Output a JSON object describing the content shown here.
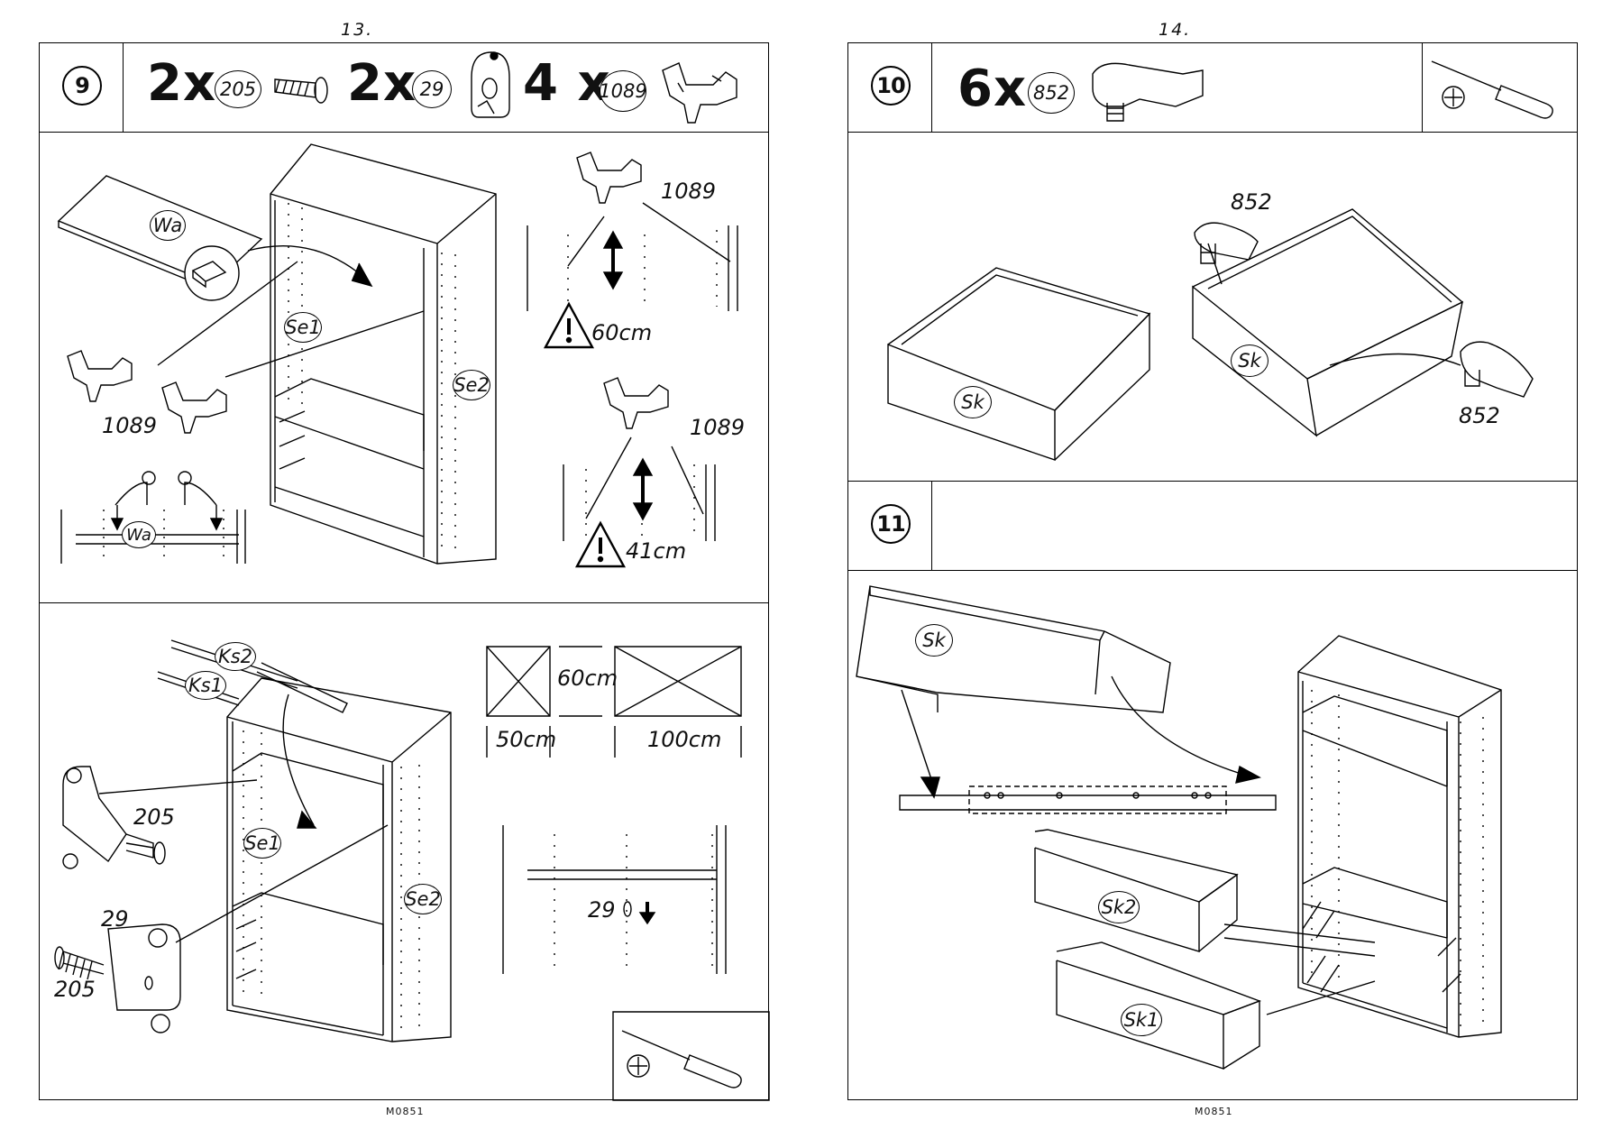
{
  "left_page": {
    "page_number": "13.",
    "doc_code": "M0851",
    "step_number": "9",
    "parts_header": [
      {
        "qty": "2x",
        "part": "205"
      },
      {
        "qty": "2x",
        "part": "29"
      },
      {
        "qty": "4 x",
        "part": "1089"
      }
    ],
    "panel_a": {
      "wa_label": "Wa",
      "se1_label": "Se1",
      "se2_label": "Se2",
      "part_1089_a": "1089",
      "part_1089_b": "1089",
      "part_1089_c": "1089",
      "warning_1": "60cm",
      "warning_2": "41cm",
      "wa_label_small": "Wa"
    },
    "panel_b": {
      "ks2_label": "Ks2",
      "ks1_label": "Ks1",
      "se1_label": "Se1",
      "se2_label": "Se2",
      "part_205_a": "205",
      "part_29": "29",
      "part_205_b": "205",
      "height_60": "60cm",
      "width_50": "50cm",
      "width_100": "100cm",
      "part_29_detail": "29"
    }
  },
  "right_page": {
    "page_number": "14.",
    "doc_code": "M0851",
    "step_10": {
      "step_number": "10",
      "qty": "6x",
      "part": "852",
      "part_label_a": "852",
      "part_label_b": "852",
      "sk_label_a": "Sk",
      "sk_label_b": "Sk"
    },
    "step_11": {
      "step_number": "11",
      "sk_label": "Sk",
      "sk2_label": "Sk2",
      "sk1_label": "Sk1"
    }
  },
  "icons": [
    "screwdriver-icon",
    "phillips-head-icon",
    "warning-triangle-icon",
    "screw-icon",
    "shelf-support-icon",
    "drawer-stop-icon"
  ]
}
